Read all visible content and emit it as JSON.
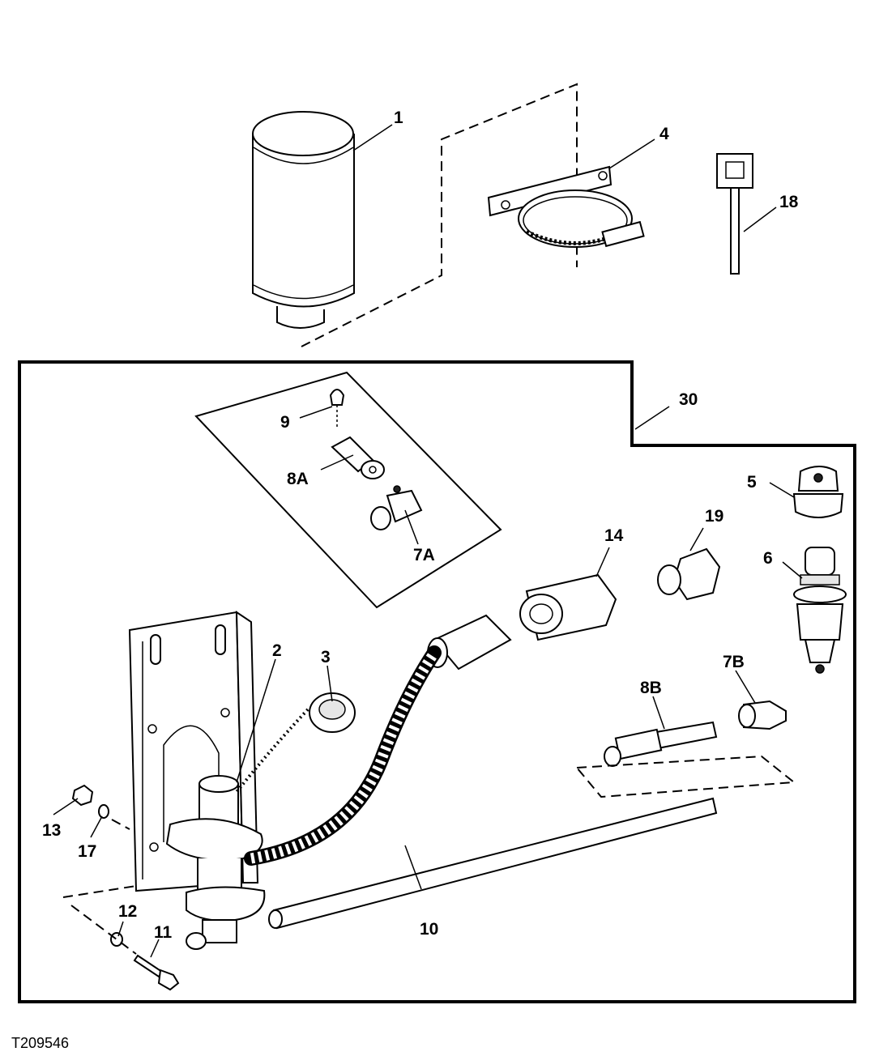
{
  "figure_reference": "T209546",
  "kit_outline_callout": "30",
  "callouts": {
    "c1": "1",
    "c2": "2",
    "c3": "3",
    "c4": "4",
    "c5": "5",
    "c6": "6",
    "c7A": "7A",
    "c7B": "7B",
    "c8A": "8A",
    "c8B": "8B",
    "c9": "9",
    "c10": "10",
    "c11": "11",
    "c12": "12",
    "c13": "13",
    "c14": "14",
    "c17": "17",
    "c18": "18",
    "c19": "19"
  }
}
